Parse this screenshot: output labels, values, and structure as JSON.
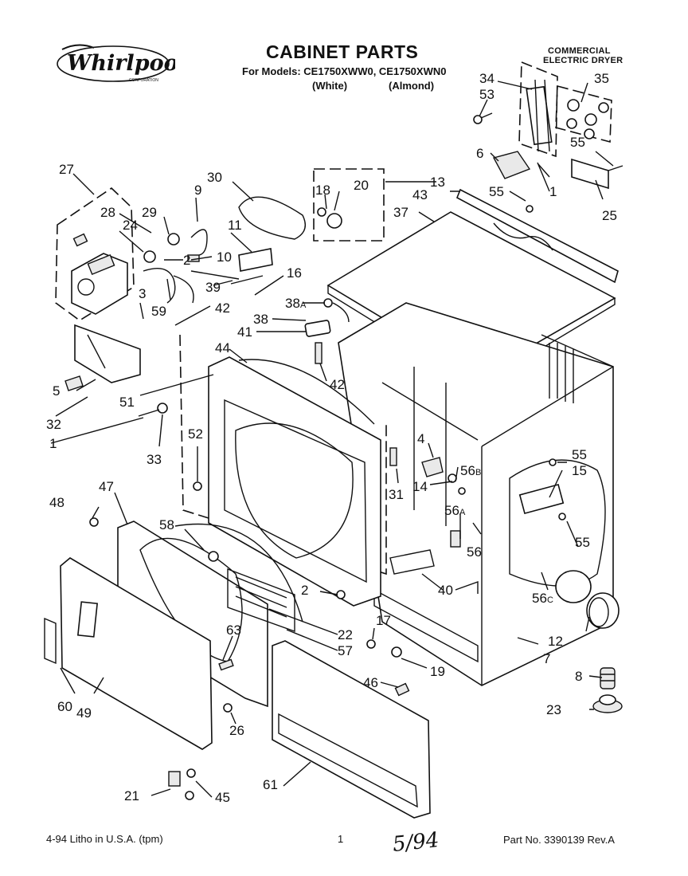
{
  "header": {
    "brand": "Whirlpool",
    "brand_tag": "CORPORATION",
    "title": "CABINET PARTS",
    "models_line": "For Models: CE1750XWW0, CE1750XWN0",
    "variant_white": "(White)",
    "variant_almond": "(Almond)",
    "product_line1": "COMMERCIAL",
    "product_line2": "ELECTRIC DRYER"
  },
  "footer": {
    "left": "4-94  Litho in U.S.A. (tpm)",
    "page": "1",
    "handwritten": "5/94",
    "right": "Part No. 3390139 Rev.A"
  },
  "callouts": [
    {
      "id": "c34",
      "text": "34"
    },
    {
      "id": "c53",
      "text": "53"
    },
    {
      "id": "c35",
      "text": "35"
    },
    {
      "id": "c6",
      "text": "6"
    },
    {
      "id": "c55a",
      "text": "55"
    },
    {
      "id": "c1a",
      "text": "1"
    },
    {
      "id": "c25",
      "text": "25"
    },
    {
      "id": "c55b",
      "text": "55"
    },
    {
      "id": "c13",
      "text": "13"
    },
    {
      "id": "c43",
      "text": "43"
    },
    {
      "id": "c37",
      "text": "37"
    },
    {
      "id": "c27",
      "text": "27"
    },
    {
      "id": "c30",
      "text": "30"
    },
    {
      "id": "c9",
      "text": "9"
    },
    {
      "id": "c18",
      "text": "18"
    },
    {
      "id": "c20",
      "text": "20"
    },
    {
      "id": "c28",
      "text": "28"
    },
    {
      "id": "c29",
      "text": "29"
    },
    {
      "id": "c24",
      "text": "24"
    },
    {
      "id": "c11",
      "text": "11"
    },
    {
      "id": "c2a",
      "text": "2"
    },
    {
      "id": "c10",
      "text": "10"
    },
    {
      "id": "c16",
      "text": "16"
    },
    {
      "id": "c39",
      "text": "39"
    },
    {
      "id": "c3",
      "text": "3"
    },
    {
      "id": "c59",
      "text": "59"
    },
    {
      "id": "c42a",
      "text": "42"
    },
    {
      "id": "c38a",
      "text": "38"
    },
    {
      "id": "c38",
      "text": "38"
    },
    {
      "id": "c41",
      "text": "41"
    },
    {
      "id": "c44",
      "text": "44"
    },
    {
      "id": "c42b",
      "text": "42"
    },
    {
      "id": "c5",
      "text": "5"
    },
    {
      "id": "c51",
      "text": "51"
    },
    {
      "id": "c32",
      "text": "32"
    },
    {
      "id": "c1b",
      "text": "1"
    },
    {
      "id": "c33",
      "text": "33"
    },
    {
      "id": "c52",
      "text": "52"
    },
    {
      "id": "c4",
      "text": "4"
    },
    {
      "id": "c55c",
      "text": "55"
    },
    {
      "id": "c15",
      "text": "15"
    },
    {
      "id": "c56b",
      "text": "56"
    },
    {
      "id": "c14",
      "text": "14"
    },
    {
      "id": "c31",
      "text": "31"
    },
    {
      "id": "c47",
      "text": "47"
    },
    {
      "id": "c48",
      "text": "48"
    },
    {
      "id": "c58",
      "text": "58"
    },
    {
      "id": "c56a",
      "text": "56"
    },
    {
      "id": "c56",
      "text": "56"
    },
    {
      "id": "c55d",
      "text": "55"
    },
    {
      "id": "c40",
      "text": "40"
    },
    {
      "id": "c56c",
      "text": "56"
    },
    {
      "id": "c2b",
      "text": "2"
    },
    {
      "id": "c17",
      "text": "17"
    },
    {
      "id": "c22",
      "text": "22"
    },
    {
      "id": "c57",
      "text": "57"
    },
    {
      "id": "c63",
      "text": "63"
    },
    {
      "id": "c12",
      "text": "12"
    },
    {
      "id": "c19",
      "text": "19"
    },
    {
      "id": "c7",
      "text": "7"
    },
    {
      "id": "c8",
      "text": "8"
    },
    {
      "id": "c46",
      "text": "46"
    },
    {
      "id": "c23",
      "text": "23"
    },
    {
      "id": "c60",
      "text": "60"
    },
    {
      "id": "c49",
      "text": "49"
    },
    {
      "id": "c26",
      "text": "26"
    },
    {
      "id": "c61",
      "text": "61"
    },
    {
      "id": "c21",
      "text": "21"
    },
    {
      "id": "c45",
      "text": "45"
    }
  ],
  "suffixes": [
    {
      "id": "s38a",
      "text": "A"
    },
    {
      "id": "s56b",
      "text": "B"
    },
    {
      "id": "s56a",
      "text": "A"
    },
    {
      "id": "s56c",
      "text": "C"
    }
  ]
}
